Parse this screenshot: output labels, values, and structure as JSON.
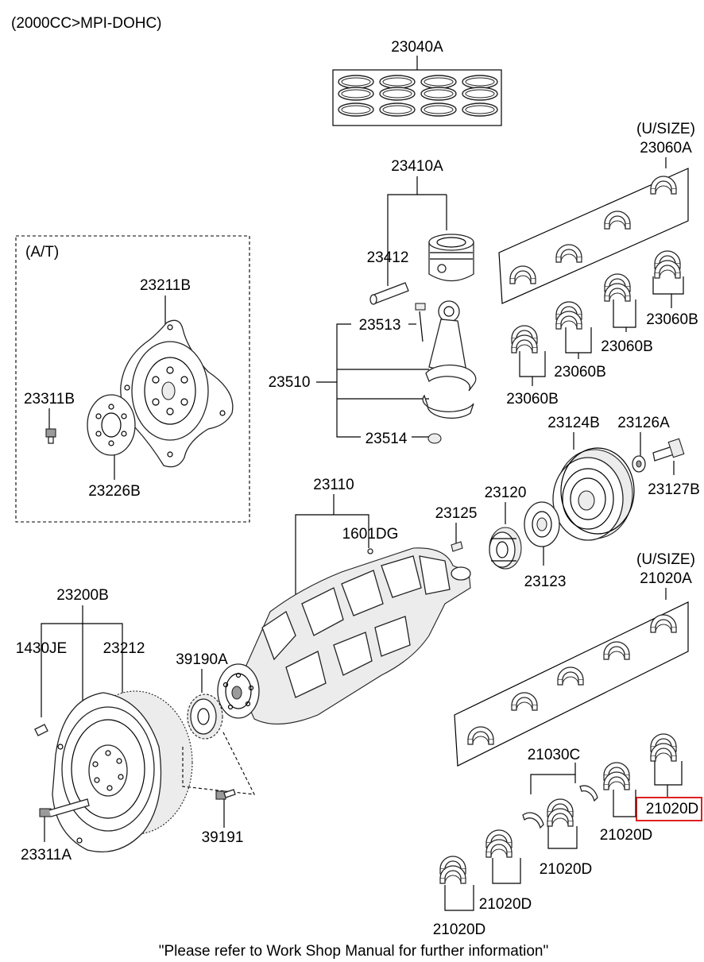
{
  "header": {
    "engine_spec": "(2000CC>MPI-DOHC)"
  },
  "footer": {
    "note": "\"Please refer to Work Shop Manual for further information\""
  },
  "highlight_color": "#e02020",
  "labels": {
    "l23040A": "23040A",
    "l23410A": "23410A",
    "l23412": "23412",
    "l23513": "23513",
    "l23510": "23510",
    "l23514": "23514",
    "at_box_title": "(A/T)",
    "l23211B": "23211B",
    "l23311B": "23311B",
    "l23226B": "23226B",
    "usize_upper": "(U/SIZE)",
    "l23060A": "23060A",
    "l23060B_1": "23060B",
    "l23060B_2": "23060B",
    "l23060B_3": "23060B",
    "l23060B_4": "23060B",
    "l23124B": "23124B",
    "l23126A": "23126A",
    "l23127B": "23127B",
    "l23110": "23110",
    "l1601DG": "1601DG",
    "l23125": "23125",
    "l23120": "23120",
    "l23123": "23123",
    "usize_lower": "(U/SIZE)",
    "l21020A": "21020A",
    "l23200B": "23200B",
    "l1430JE": "1430JE",
    "l23212": "23212",
    "l39190A": "39190A",
    "l39191": "39191",
    "l23311A": "23311A",
    "l21030C": "21030C",
    "l21020D_1": "21020D",
    "l21020D_2": "21020D",
    "l21020D_3": "21020D",
    "l21020D_4": "21020D",
    "l21020D_5": "21020D"
  }
}
